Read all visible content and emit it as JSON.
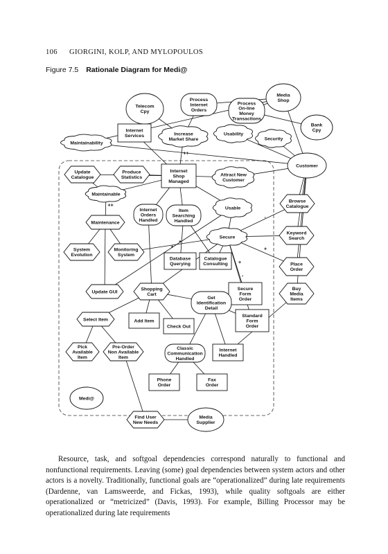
{
  "running_head": {
    "page_number": "106",
    "authors": "GIORGINI, KOLP, AND MYLOPOULOS"
  },
  "figure": {
    "number": "Figure 7.5",
    "title": "Rationale Diagram for Medi@"
  },
  "nodes": {
    "media_shop": "Media\nShop",
    "telecom_cpy": "Telecom\nCpy",
    "process_internet_orders": "Process\nInternet\nOrders",
    "process_online_money": "Process\nOn-line\nMoney\nTransactions",
    "bank_cpy": "Bank\nCpy",
    "internet_services": "Internet\nServices",
    "increase_market_share": "Increase\nMarket Share",
    "usability": "Usability",
    "security": "Security",
    "maintainability_top": "Maintainability",
    "customer": "Customer",
    "update_catalogue": "Update\nCatalogue",
    "produce_statistics": "Produce\nStatistics",
    "internet_shop_managed": "Internet\nShop\nManaged",
    "attract_new_customer": "Attract New\nCustomer",
    "maintainable": "Maintainable",
    "browse_catalogue": "Browse\nCatalogue",
    "internet_orders_handled": "Internet\nOrders\nHandled",
    "item_searching_handled": "Item\nSearching\nHandled",
    "usable": "Usable",
    "maintenance": "Maintenance",
    "keyword_search": "Keyword\nSearch",
    "secure": "Secure",
    "system_evolution": "System\nEvolution",
    "monitoring_system": "Monitoring\nSystem",
    "database_querying": "Database\nQuerying",
    "catalogue_consulting": "Catalogue\nConsulting",
    "place_order": "Place\nOrder",
    "update_gui": "Update GUI",
    "shopping_cart": "Shopping\nCart",
    "secure_form_order": "Secure\nForm\nOrder",
    "buy_media_items": "Buy\nMedia\nItems",
    "get_identification_detail": "Get\nIdentification\nDetail",
    "select_item": "Select Item",
    "add_item": "Add Item",
    "check_out": "Check Out",
    "standard_form_order": "Standard\nForm\nOrder",
    "pick_available_item": "Pick\nAvailable\nItem",
    "preorder_non_available_item": "Pre-Order\nNon Available\nItem",
    "classic_communication_handled": "Classic\nCommunication\nHandled",
    "internet_handled": "Internet\nHandled",
    "phone_order": "Phone\nOrder",
    "fax_order": "Fax\nOrder",
    "medi_at": "Medi@",
    "find_user_new_needs": "Find User\nNew Needs",
    "media_supplier": "Media\nSupplier"
  },
  "link_labels": {
    "make": "++",
    "help": "+",
    "hurt": "-"
  },
  "body_text": [
    "Resource, task, and softgoal dependencies correspond naturally to functional and nonfunctional requirements. Leaving (some) goal dependencies between system actors and other actors is a novelty. Traditionally, functional goals are “operationalized” during late requirements (Dardenne, van Lamsweerde, and Fickas, 1993), while quality softgoals are either operationalized or “metricized” (Davis, 1993). For example, Billing Processor may be operationalized during late requirements"
  ]
}
